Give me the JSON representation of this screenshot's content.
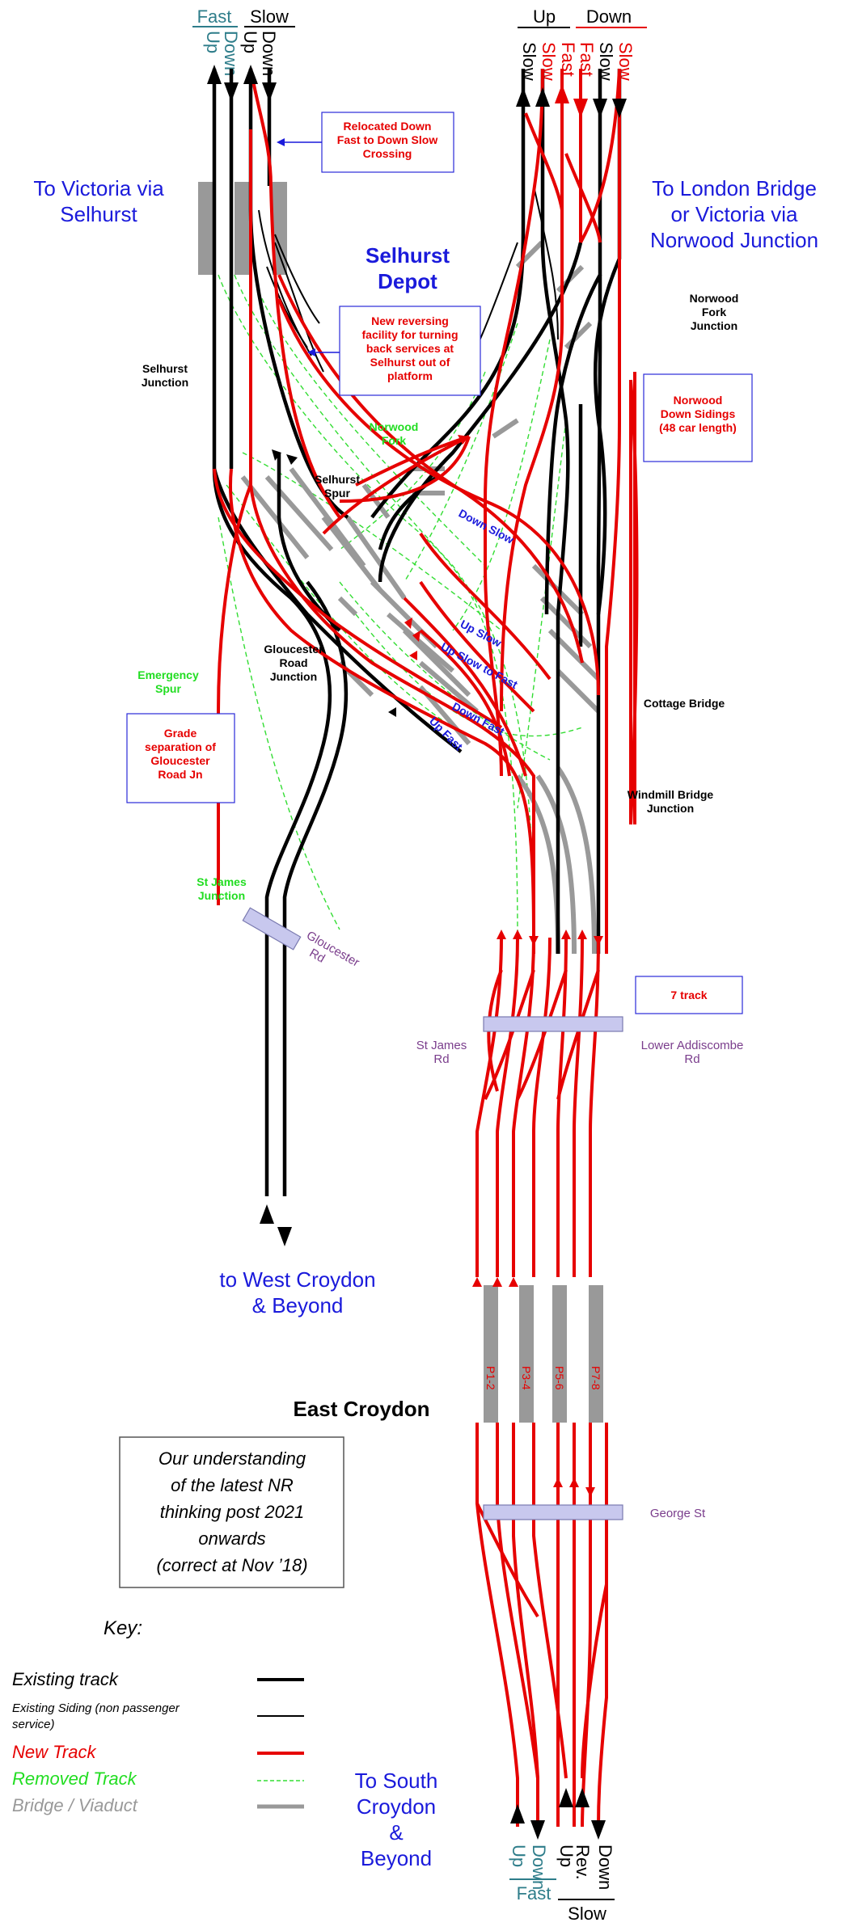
{
  "top_left": {
    "fast_label": "Fast",
    "slow_label": "Slow",
    "tracks": [
      "Up",
      "Down",
      "Up",
      "Down"
    ]
  },
  "top_right": {
    "up_label": "Up",
    "down_label": "Down",
    "tracks": [
      "Slow",
      "Slow",
      "Fast",
      "Fast",
      "Slow",
      "Slow"
    ]
  },
  "destinations": {
    "victoria": "To Victoria via Selhurst",
    "london": "To London Bridge or Victoria via Norwood Junction",
    "west_croydon": "to West Croydon & Beyond",
    "south_croydon": "To South Croydon & Beyond"
  },
  "depot": "Selhurst Depot",
  "station": "East Croydon",
  "junctions": {
    "selhurst": "Selhurst Junction",
    "norwood_fork_junction": "Norwood Fork Junction",
    "norwood_fork": "Norwood Fork",
    "selhurst_spur": "Selhurst Spur",
    "gloucester_road": "Gloucester Road Junction",
    "emergency_spur": "Emergency Spur",
    "st_james": "St James Junction",
    "cottage_bridge": "Cottage Bridge",
    "windmill_bridge": "Windmill Bridge Junction"
  },
  "callouts": {
    "relocated": "Relocated Down Fast to Down Slow Crossing",
    "reversing": "New reversing facility for turning back services at Selhurst out of platform",
    "norwood_sidings": "Norwood Down Sidings (48 car length)",
    "grade_sep": "Grade separation of Gloucester Road Jn",
    "seven_track": "7 track"
  },
  "routes": [
    "Down Slow",
    "Up Slow",
    "Up Slow to Fast",
    "Down Fast",
    "Up Fast"
  ],
  "roads": {
    "gloucester": "Gloucester Rd",
    "st_james": "St James Rd",
    "lower_addiscombe": "Lower Addiscombe Rd",
    "george": "George St"
  },
  "platforms": [
    "P1-2",
    "P3-4",
    "P5-6",
    "P7-8"
  ],
  "note": "Our understanding of the latest NR thinking post 2021 onwards (correct at Nov ’18)",
  "key": {
    "title": "Key:",
    "items": [
      {
        "label": "Existing track",
        "color": "#000000"
      },
      {
        "label": "Existing Siding (non passenger service)",
        "color": "#000000"
      },
      {
        "label": "New Track",
        "color": "#e60000"
      },
      {
        "label": "Removed Track",
        "color": "#22dd22"
      },
      {
        "label": "Bridge / Viaduct",
        "color": "#999999"
      }
    ]
  },
  "bottom": {
    "tracks": [
      "Up",
      "Down",
      "Up",
      "Rev.",
      "Down"
    ],
    "fast_label": "Fast",
    "slow_label": "Slow"
  }
}
